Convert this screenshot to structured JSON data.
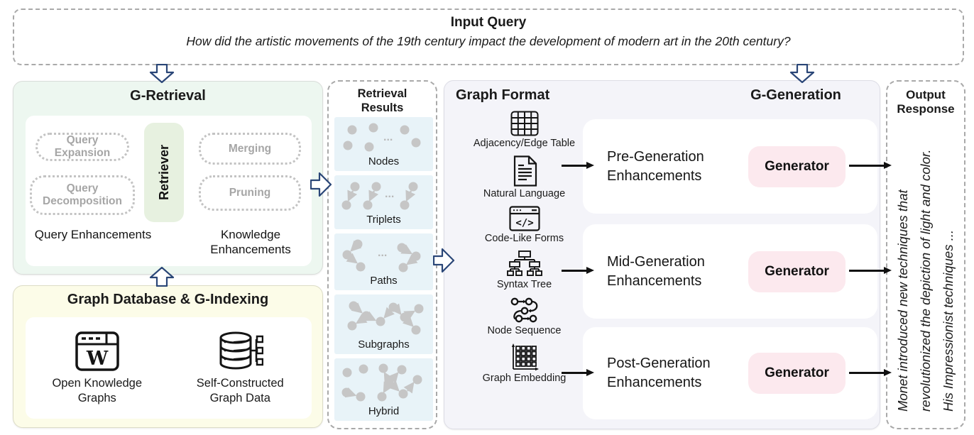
{
  "colors": {
    "g_retrieval_panel_bg": "#edf7f0",
    "retriever_pill_bg": "#e7f1e0",
    "graph_database_panel_bg": "#fcfce8",
    "result_tile_bg": "#e8f3f8",
    "generation_panel_bg": "#f4f4f9",
    "generator_pill_bg": "#fce9ee",
    "block_arrow_stroke": "#2a4677",
    "muted_pill_text": "#a6a6a6"
  },
  "input_query": {
    "title": "Input Query",
    "text": "How did the artistic movements of the 19th century impact the development of modern art in the 20th century?"
  },
  "g_retrieval": {
    "title": "G-Retrieval",
    "query_enhancements": [
      "Query Expansion",
      "Query Decomposition"
    ],
    "retriever": "Retriever",
    "knowledge_enhancements": [
      "Merging",
      "Pruning"
    ],
    "left_caption": "Query Enhancements",
    "right_caption": "Knowledge Enhancements"
  },
  "graph_database": {
    "title": "Graph Database & G-Indexing",
    "wiki_glyph": "W",
    "sources": [
      {
        "label": "Open Knowledge Graphs",
        "icon": "wikipedia-browser-icon"
      },
      {
        "label": "Self-Constructed Graph Data",
        "icon": "database-graph-icon"
      }
    ]
  },
  "retrieval_results": {
    "title": "Retrieval Results",
    "ellipsis": "...",
    "items": [
      "Nodes",
      "Triplets",
      "Paths",
      "Subgraphs",
      "Hybrid"
    ]
  },
  "graph_format": {
    "title": "Graph Format",
    "code_glyph": "</>",
    "items": [
      {
        "label": "Adjacency/Edge Table",
        "icon": "table-icon"
      },
      {
        "label": "Natural Language",
        "icon": "document-icon"
      },
      {
        "label": "Code-Like Forms",
        "icon": "code-window-icon"
      },
      {
        "label": "Syntax Tree",
        "icon": "syntax-tree-icon"
      },
      {
        "label": "Node Sequence",
        "icon": "node-sequence-icon"
      },
      {
        "label": "Graph Embedding",
        "icon": "embedding-matrix-icon"
      }
    ]
  },
  "g_generation": {
    "title": "G-Generation",
    "stages": [
      {
        "label": "Pre-Generation Enhancements",
        "button": "Generator"
      },
      {
        "label": "Mid-Generation Enhancements",
        "button": "Generator"
      },
      {
        "label": "Post-Generation Enhancements",
        "button": "Generator"
      }
    ]
  },
  "output_response": {
    "title": "Output Response",
    "text": "Monet introduced new techniques that revolutionized the depiction of light and color. His Impressionist techniques ..."
  }
}
